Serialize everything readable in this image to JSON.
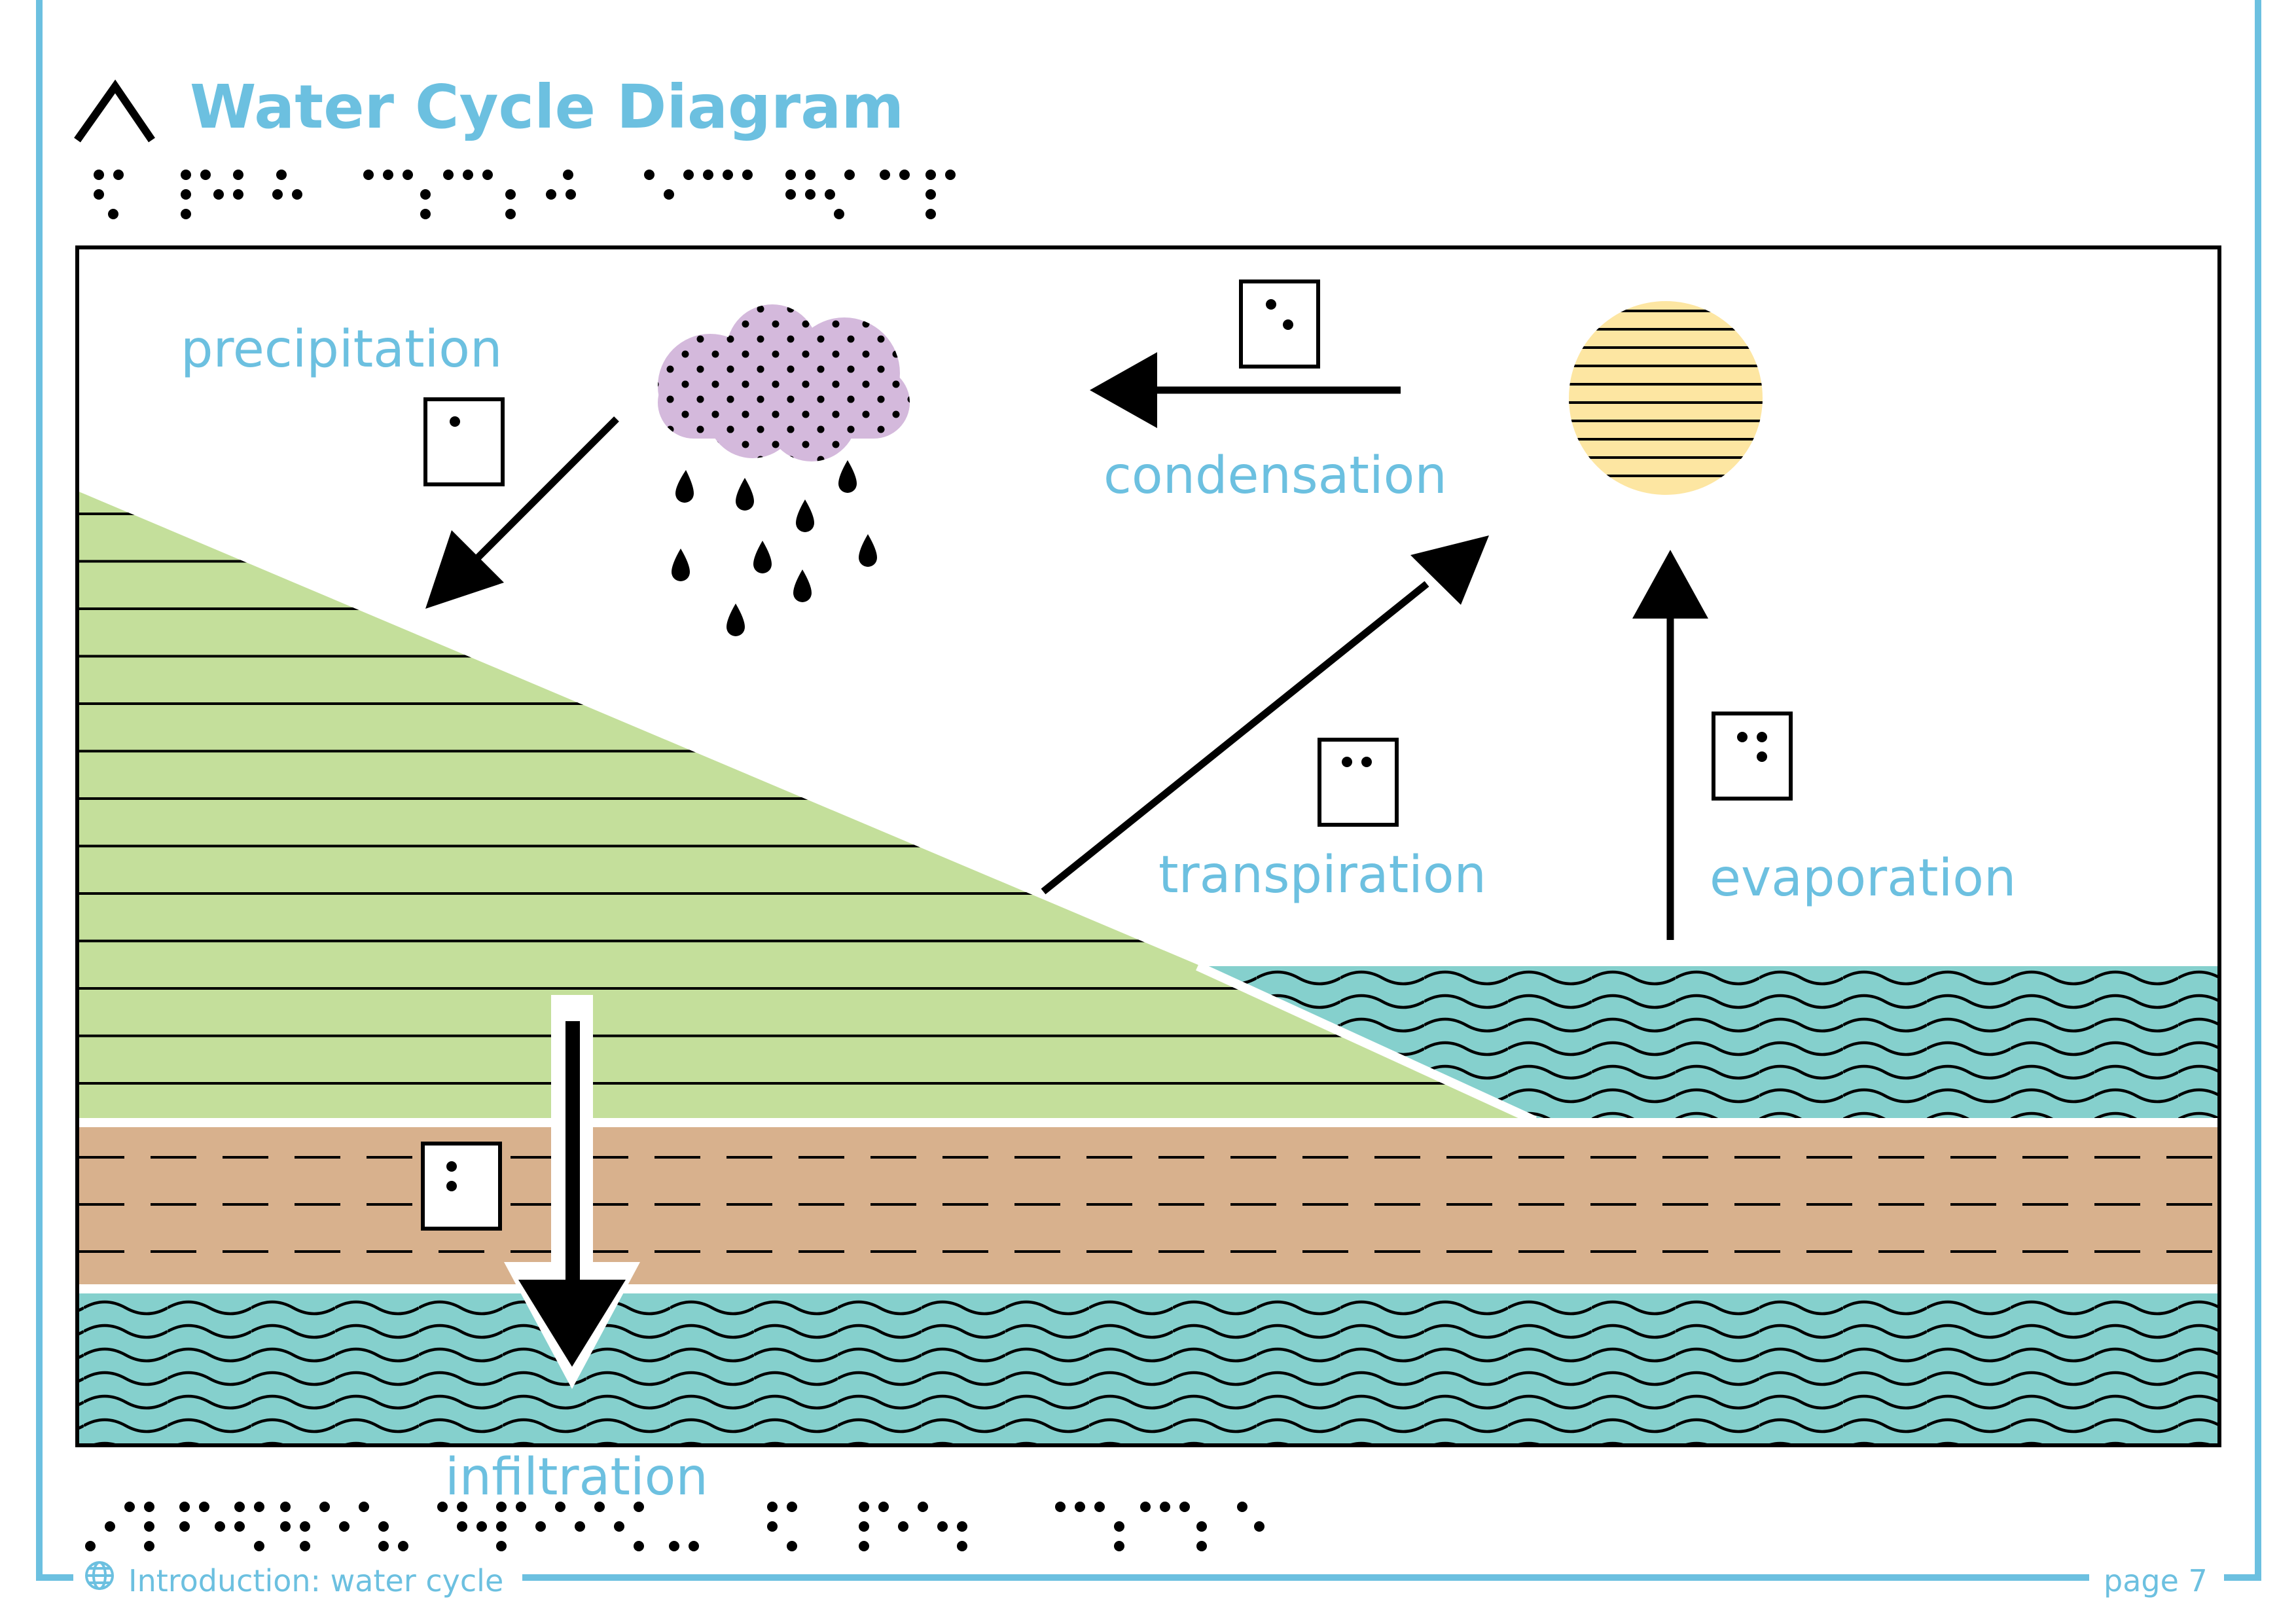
{
  "header": {
    "title": "Water Cycle Diagram"
  },
  "labels": {
    "precipitation": "precipitation",
    "condensation": "condensation",
    "transpiration": "transpiration",
    "evaporation": "evaporation",
    "infiltration": "infiltration"
  },
  "braille_keys": {
    "precipitation": "⠁",
    "condensation": "⠑",
    "transpiration": "⠉",
    "evaporation": "⠙",
    "infiltration": "⠃"
  },
  "footer": {
    "section": "Introduction: water cycle",
    "page": "page 7"
  },
  "icons": {
    "header": "chevron-up-icon",
    "footer": "globe-icon"
  },
  "colors": {
    "accent": "#6cc0e0",
    "land": "#c4df9b",
    "soil": "#d8b18d",
    "water": "#85d0cd",
    "cloud": "#d4b9dc",
    "sun": "#fde6a2"
  }
}
